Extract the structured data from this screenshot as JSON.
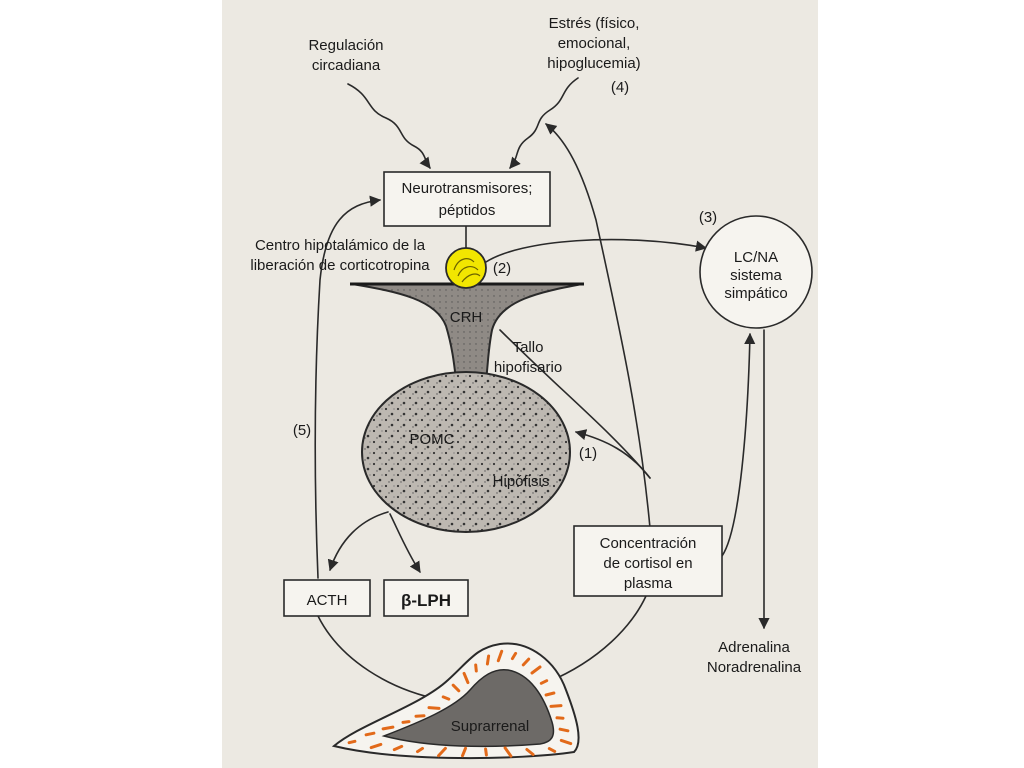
{
  "colors": {
    "paper": "#ece9e2",
    "stroke": "#2a2a2a",
    "gland_fill": "#bdb8b1",
    "gland_dots": "#333333",
    "stalk_fill": "#8f8a85",
    "neuron_yellow": "#f2e600",
    "adrenal_orange": "#e26a1a",
    "adrenal_inner": "#6d6a67"
  },
  "labels": {
    "circadian_line1": "Regulación",
    "circadian_line2": "circadiana",
    "stress_line1": "Estrés (físico,",
    "stress_line2": "emocional,",
    "stress_line3": "hipoglucemia)",
    "marker4": "(4)",
    "neuro_line1": "Neurotransmisores;",
    "neuro_line2": "péptidos",
    "marker3": "(3)",
    "center_line1": "Centro hipotalámico de la",
    "center_line2": "liberación de corticotropina",
    "marker2": "(2)",
    "lcna_line1": "LC/NA",
    "lcna_line2": "sistema",
    "lcna_line3": "simpático",
    "crh": "CRH",
    "stalk_line1": "Tallo",
    "stalk_line2": "hipofisario",
    "marker5": "(5)",
    "pomc": "POMC",
    "hipofisis": "Hipófisis",
    "marker1": "(1)",
    "cortisol_line1": "Concentración",
    "cortisol_line2": "de cortisol en",
    "cortisol_line3": "plasma",
    "acth": "ACTH",
    "blph": "β-LPH",
    "adrenal_out_line1": "Adrenalina",
    "adrenal_out_line2": "Noradrenalina",
    "suprarrenal": "Suprarrenal"
  }
}
